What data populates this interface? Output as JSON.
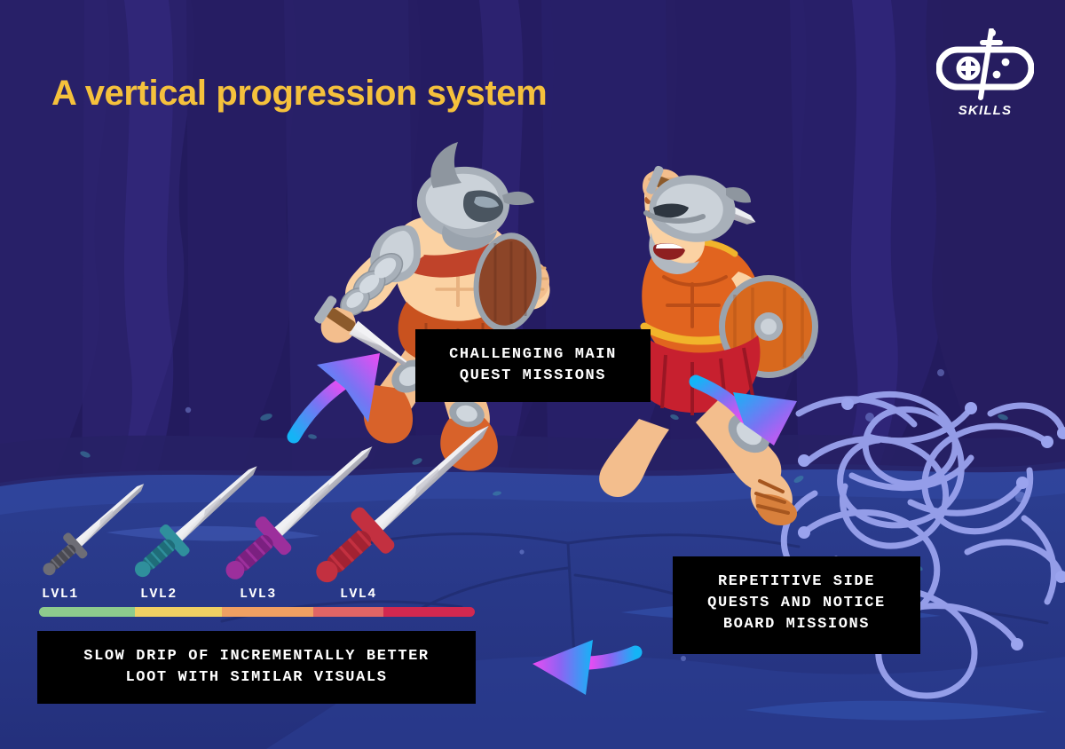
{
  "header": {
    "title": "A vertical progression system",
    "logo": {
      "name": "gd-skills-logo",
      "wordmark": "SKILLS",
      "icon": "gamepad-with-sword-icon"
    }
  },
  "colors": {
    "title_yellow": "#F5C13C",
    "background_navy": "#231b5e",
    "background_deep": "#1d1750",
    "ground_blue": "#2a3f8f",
    "callout_bg": "#000000",
    "callout_text": "#ffffff",
    "arrow_gradient_start": "#18B6F5",
    "arrow_gradient_end": "#E84BF0",
    "scribble": "#9aa3ee"
  },
  "callouts": [
    {
      "id": "challenging-main-quest",
      "lines": [
        "CHALLENGING MAIN",
        "QUEST MISSIONS"
      ],
      "text": "CHALLENGING MAIN QUEST MISSIONS"
    },
    {
      "id": "repetitive-side-quests",
      "lines": [
        "REPETITIVE SIDE",
        "QUESTS AND NOTICE",
        "BOARD MISSIONS"
      ],
      "text": "REPETITIVE SIDE QUESTS AND NOTICE BOARD MISSIONS"
    },
    {
      "id": "slow-drip-loot",
      "lines": [
        "SLOW DRIP OF INCREMENTALLY BETTER",
        "LOOT WITH SIMILAR VISUALS"
      ],
      "text": "SLOW DRIP OF INCREMENTALLY BETTER LOOT WITH SIMILAR VISUALS"
    }
  ],
  "loot_progression": {
    "levels": [
      {
        "label": "LVL1",
        "hilt_color": "#6d6d76",
        "grip_color": "#4a4a52",
        "scale": 0.78
      },
      {
        "label": "LVL2",
        "hilt_color": "#2f8f9c",
        "grip_color": "#1f6d79",
        "scale": 0.88
      },
      {
        "label": "LVL3",
        "hilt_color": "#9c2f9c",
        "grip_color": "#7b2080",
        "scale": 0.99
      },
      {
        "label": "LVL4",
        "hilt_color": "#c33040",
        "grip_color": "#a32232",
        "scale": 1.1
      }
    ],
    "bar_segments": [
      {
        "color": "#8DCB8D",
        "width_pct": 22
      },
      {
        "color": "#F0D063",
        "width_pct": 20
      },
      {
        "color": "#F0A062",
        "width_pct": 21
      },
      {
        "color": "#E06565",
        "width_pct": 16
      },
      {
        "color": "#D22850",
        "width_pct": 21
      }
    ]
  },
  "arrows": [
    {
      "id": "arrow-up-right",
      "direction": "up-right",
      "points_to": "challenging-main-quest"
    },
    {
      "id": "arrow-down-right",
      "direction": "down-right",
      "points_to": "repetitive-side-quests"
    },
    {
      "id": "arrow-left",
      "direction": "left",
      "points_to": "slow-drip-loot"
    }
  ],
  "illustration": {
    "scene": "cave-arena",
    "characters": [
      {
        "id": "gladiator-left",
        "description": "armored gladiator with sword, shield and plumed helmet"
      },
      {
        "id": "gladiator-right",
        "description": "gladiator swinging sword overhead with round shield"
      }
    ],
    "scribble": {
      "id": "tangled-scribble",
      "description": "tangled looping lines representing repetitive content"
    }
  }
}
